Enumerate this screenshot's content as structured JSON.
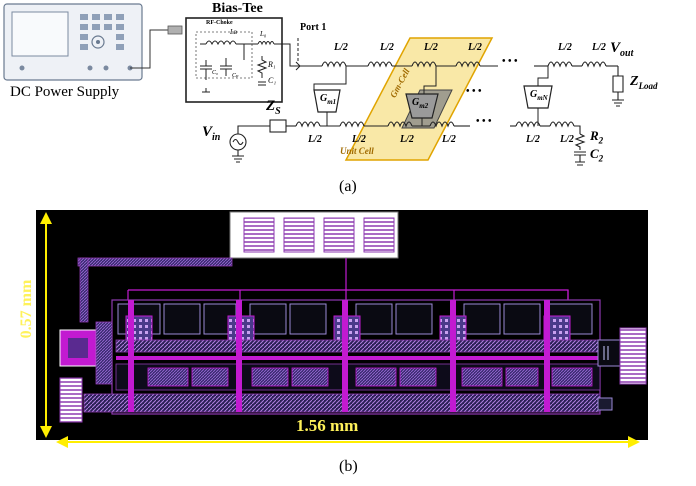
{
  "figure_a": {
    "caption": "(a)",
    "dc_power_supply_label": "DC Power Supply",
    "bias_tee_label": "Bias-Tee",
    "rf_choke_label": "RF-Choke",
    "port_label": "Port 1",
    "inductor_labels": {
      "half": "L/2",
      "half_top": "L",
      "half_bottom": "2"
    },
    "bias_tee_components": {
      "lb": "Lʙ",
      "lc": "L₀",
      "cb": "C₀",
      "r1": "R₁",
      "c1": "C₁",
      "cp": "Cₚ"
    },
    "gm_cells": {
      "gm1": "G",
      "gm1_sub": "m1",
      "gm2": "G",
      "gm2_sub": "m2",
      "gmn": "G",
      "gmn_sub": "mN"
    },
    "gm_cell_region_label": "Gm-Cell",
    "unit_cell_label": "Unit Cell",
    "zs": {
      "main": "Z",
      "sub": "S"
    },
    "vin": {
      "main": "V",
      "sub": "in"
    },
    "vout": {
      "main": "V",
      "sub": "out"
    },
    "zload": {
      "main": "Z",
      "sub": "Load"
    },
    "r2": {
      "main": "R",
      "sub": "2"
    },
    "c2": {
      "main": "C",
      "sub": "2"
    },
    "ellipsis": "• • •"
  },
  "figure_b": {
    "caption": "(b)",
    "height_dimension": "0.57 mm",
    "width_dimension": "1.56 mm"
  },
  "colors": {
    "unit_cell_fill": "#f7e08a",
    "unit_cell_stroke": "#e0a400",
    "gm_cell_fill": "#8a8a8a",
    "layout_bg": "#000000",
    "metal_purple": "#8e3ab0",
    "metal_magenta": "#c21ad1",
    "metal_blue": "#3a4bd6",
    "dimension_yellow": "#ffee00",
    "dimension_text": "#fff25a"
  }
}
